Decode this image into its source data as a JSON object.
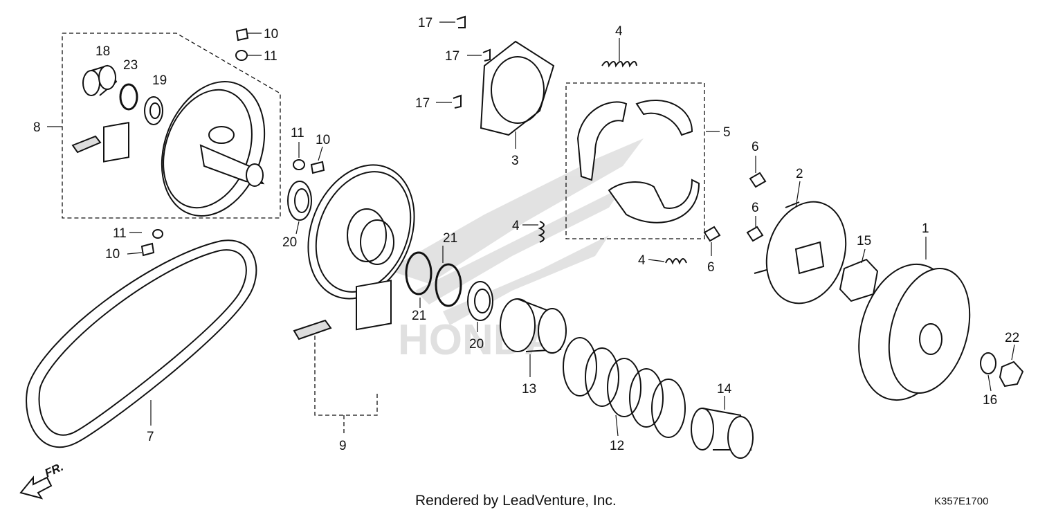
{
  "diagram": {
    "callouts": [
      {
        "id": "c10a",
        "text": "10"
      },
      {
        "id": "c11a",
        "text": "11"
      },
      {
        "id": "c18",
        "text": "18"
      },
      {
        "id": "c23",
        "text": "23"
      },
      {
        "id": "c19",
        "text": "19"
      },
      {
        "id": "c8",
        "text": "8"
      },
      {
        "id": "c11b",
        "text": "11"
      },
      {
        "id": "c10b",
        "text": "10"
      },
      {
        "id": "c20a",
        "text": "20"
      },
      {
        "id": "c11c",
        "text": "11"
      },
      {
        "id": "c10c",
        "text": "10"
      },
      {
        "id": "c17a",
        "text": "17"
      },
      {
        "id": "c17b",
        "text": "17"
      },
      {
        "id": "c17c",
        "text": "17"
      },
      {
        "id": "c3",
        "text": "3"
      },
      {
        "id": "c4a",
        "text": "4"
      },
      {
        "id": "c5",
        "text": "5"
      },
      {
        "id": "c4b",
        "text": "4"
      },
      {
        "id": "c4c",
        "text": "4"
      },
      {
        "id": "c6a",
        "text": "6"
      },
      {
        "id": "c6b",
        "text": "6"
      },
      {
        "id": "c6c",
        "text": "6"
      },
      {
        "id": "c2",
        "text": "2"
      },
      {
        "id": "c21a",
        "text": "21"
      },
      {
        "id": "c21b",
        "text": "21"
      },
      {
        "id": "c20b",
        "text": "20"
      },
      {
        "id": "c15",
        "text": "15"
      },
      {
        "id": "c1",
        "text": "1"
      },
      {
        "id": "c22",
        "text": "22"
      },
      {
        "id": "c16",
        "text": "16"
      },
      {
        "id": "c13",
        "text": "13"
      },
      {
        "id": "c14",
        "text": "14"
      },
      {
        "id": "c12",
        "text": "12"
      },
      {
        "id": "c9",
        "text": "9"
      },
      {
        "id": "c7",
        "text": "7"
      }
    ],
    "direction_label": "FR.",
    "credit": "Rendered by LeadVenture, Inc.",
    "diagram_code": "K357E1700"
  }
}
